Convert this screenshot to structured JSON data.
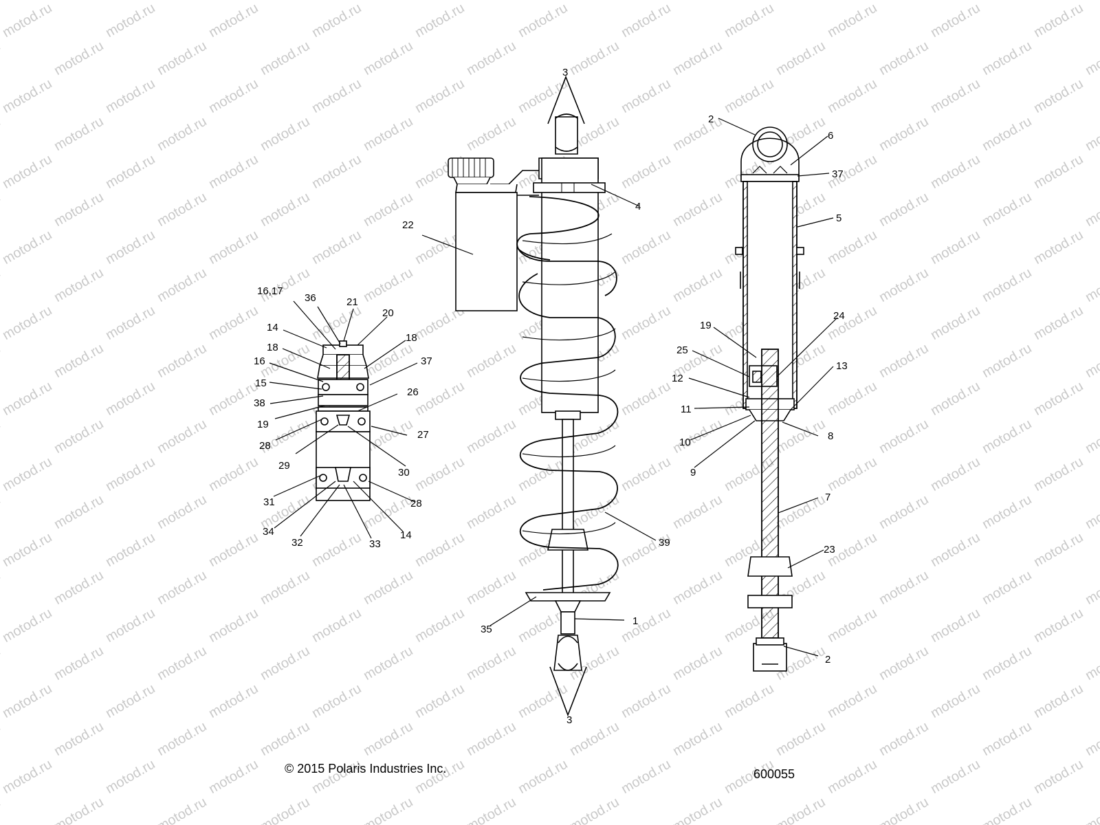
{
  "watermark": "motod.ru",
  "copyright": "© 2015 Polaris Industries Inc.",
  "diagram_number": "600055",
  "callouts": {
    "l_16_17": "16,17",
    "l_36": "36",
    "l_21": "21",
    "l_20": "20",
    "l_14a": "14",
    "l_18a": "18",
    "l_18b": "18",
    "l_16": "16",
    "l_37a": "37",
    "l_15": "15",
    "l_26": "26",
    "l_38": "38",
    "l_19a": "19",
    "l_28a": "28",
    "l_27": "27",
    "l_29": "29",
    "l_30": "30",
    "l_31": "31",
    "l_28b": "28",
    "l_34": "34",
    "l_32": "32",
    "l_33": "33",
    "l_14b": "14",
    "c_3top": "3",
    "c_22": "22",
    "c_4": "4",
    "c_39": "39",
    "c_35": "35",
    "c_1": "1",
    "c_3bot": "3",
    "r_2top": "2",
    "r_6": "6",
    "r_37": "37",
    "r_5": "5",
    "r_19": "19",
    "r_24": "24",
    "r_25": "25",
    "r_13": "13",
    "r_12": "12",
    "r_11": "11",
    "r_10": "10",
    "r_8": "8",
    "r_9": "9",
    "r_7": "7",
    "r_23": "23",
    "r_2bot": "2"
  }
}
